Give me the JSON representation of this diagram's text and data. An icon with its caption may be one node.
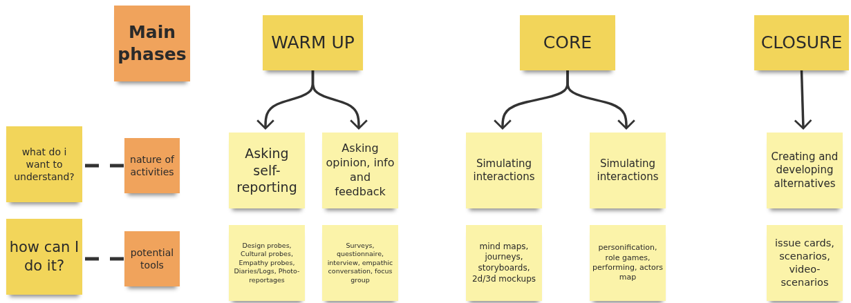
{
  "diagram": {
    "nodes": [
      {
        "text": [
          "Main phases"
        ]
      },
      {
        "text": [
          "WARM UP"
        ]
      },
      {
        "text": [
          "CORE"
        ]
      },
      {
        "text": [
          "CLOSURE"
        ]
      },
      {
        "text": [
          "what do i want to understand?"
        ]
      },
      {
        "text": [
          "nature of activities"
        ]
      },
      {
        "text": [
          "Asking self-reporting"
        ]
      },
      {
        "text": [
          "Asking opinion, info and feedback"
        ]
      },
      {
        "text": [
          "Simulating interactions"
        ]
      },
      {
        "text": [
          "Simulating interactions"
        ]
      },
      {
        "text": [
          "Creating and developing alternatives"
        ]
      },
      {
        "text": [
          "how can I do it?"
        ]
      },
      {
        "text": [
          "potential tools"
        ]
      },
      {
        "text": [
          "Design probes, Cultural probes, Empathy probes, Diaries/Logs, Photo-reportages"
        ]
      },
      {
        "text": [
          "Surveys, questionnaire, interview, empathic conversation, focus group"
        ]
      },
      {
        "text": [
          "mind maps, journeys, storyboards, 2d/3d mockups"
        ]
      },
      {
        "text": [
          "personification, role games, performing, actors map"
        ]
      },
      {
        "text": [
          "issue cards, scenarios, video-scenarios"
        ]
      }
    ],
    "edges": [
      {
        "from": 1,
        "to": 6,
        "arrow": "to"
      },
      {
        "from": 1,
        "to": 7,
        "arrow": "to"
      },
      {
        "from": 2,
        "to": 8,
        "arrow": "to"
      },
      {
        "from": 2,
        "to": 9,
        "arrow": "to"
      },
      {
        "from": 3,
        "to": 10,
        "arrow": "to"
      },
      {
        "from": 4,
        "to": 5,
        "arrow": "none",
        "style": "dashed"
      },
      {
        "from": 11,
        "to": 12,
        "arrow": "none",
        "style": "dashed"
      }
    ]
  }
}
